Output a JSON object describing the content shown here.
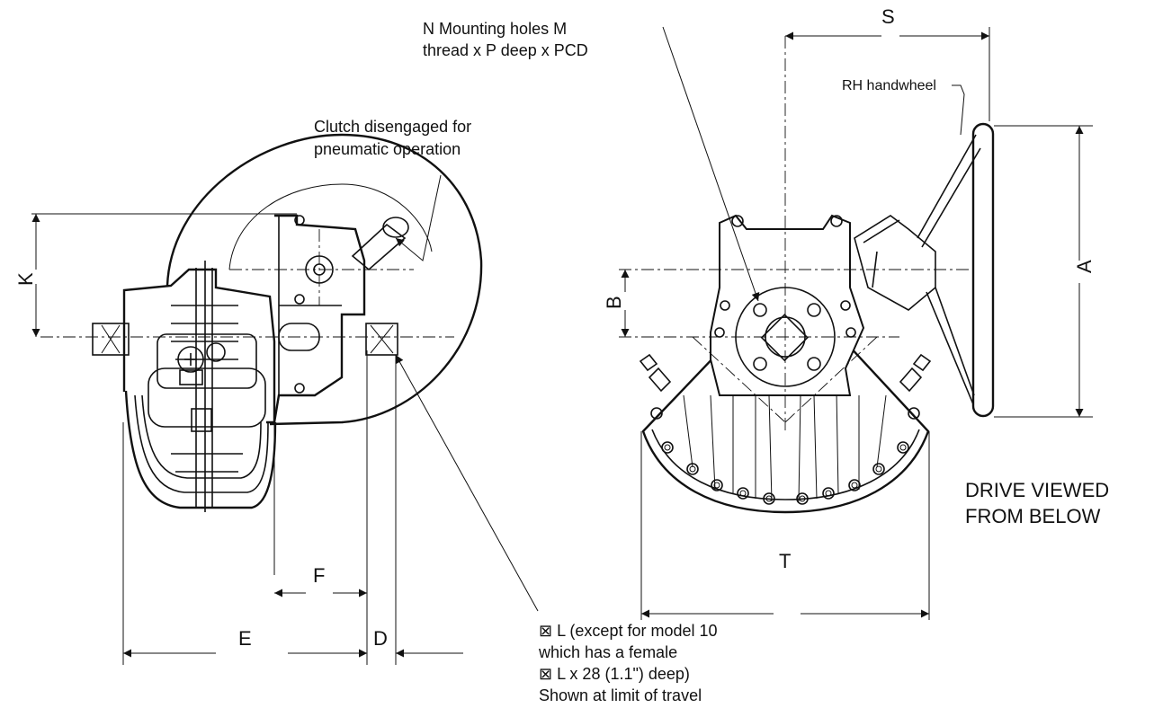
{
  "labels": {
    "mounting_holes_l1": "N Mounting holes M",
    "mounting_holes_l2": "thread x P deep x PCD",
    "clutch_l1": "Clutch disengaged for",
    "clutch_l2": "pneumatic operation",
    "handwheel": "RH handwheel",
    "view_l1": "DRIVE VIEWED",
    "view_l2": "FROM BELOW",
    "shaft_l1": "⊠ L (except for model 10",
    "shaft_l2": "which has a female",
    "shaft_l3": "⊠ L x 28 (1.1\") deep)",
    "shaft_l4": "Shown at limit of travel"
  },
  "dimensions": {
    "s": "S",
    "a": "A",
    "b": "B",
    "k": "K",
    "f": "F",
    "e": "E",
    "d": "D",
    "t": "T"
  }
}
